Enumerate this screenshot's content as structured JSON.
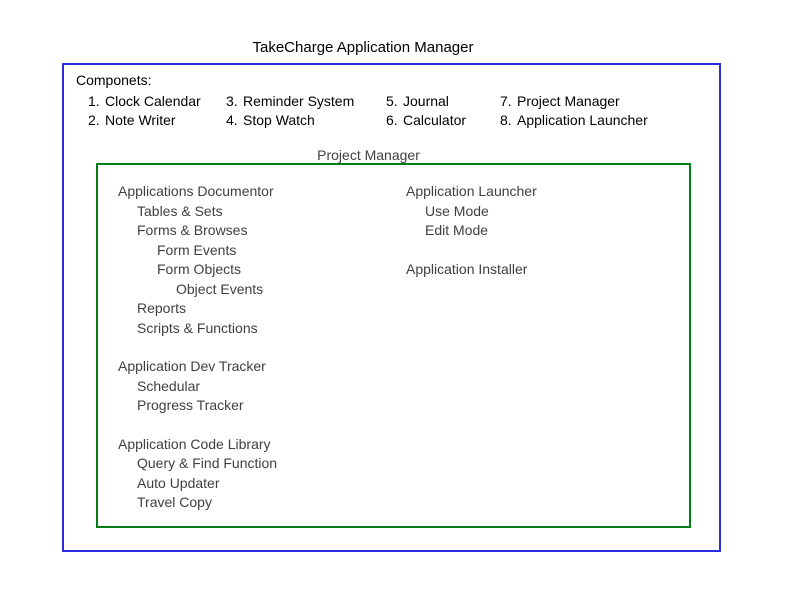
{
  "page_title": "TakeCharge Application Manager",
  "colors": {
    "outer_border": "#2a2ee0",
    "inner_border": "#077d17",
    "tree_text": "#3f3f3f",
    "heading_text": "#000000"
  },
  "components": {
    "label": "Componets:",
    "items": [
      {
        "num": "1.",
        "label": "Clock Calendar"
      },
      {
        "num": "2.",
        "label": "Note Writer"
      },
      {
        "num": "3.",
        "label": "Reminder System"
      },
      {
        "num": "4.",
        "label": "Stop Watch"
      },
      {
        "num": "5.",
        "label": "Journal"
      },
      {
        "num": "6.",
        "label": "Calculator"
      },
      {
        "num": "7.",
        "label": "Project Manager"
      },
      {
        "num": "8.",
        "label": "Application Launcher"
      }
    ]
  },
  "project_manager": {
    "title": "Project Manager",
    "left_sections": [
      {
        "rows": [
          {
            "indent": 0,
            "label": "Applications Documentor"
          },
          {
            "indent": 1,
            "label": "Tables & Sets"
          },
          {
            "indent": 1,
            "label": "Forms & Browses"
          },
          {
            "indent": 2,
            "label": "Form Events"
          },
          {
            "indent": 2,
            "label": "Form Objects"
          },
          {
            "indent": 3,
            "label": "Object Events"
          },
          {
            "indent": 1,
            "label": "Reports"
          },
          {
            "indent": 1,
            "label": "Scripts & Functions"
          }
        ]
      },
      {
        "rows": [
          {
            "indent": 0,
            "label": "Application Dev Tracker"
          },
          {
            "indent": 1,
            "label": "Schedular"
          },
          {
            "indent": 1,
            "label": "Progress Tracker"
          }
        ]
      },
      {
        "rows": [
          {
            "indent": 0,
            "label": "Application Code Library"
          },
          {
            "indent": 1,
            "label": "Query & Find Function"
          },
          {
            "indent": 1,
            "label": "Auto Updater"
          },
          {
            "indent": 1,
            "label": "Travel Copy"
          }
        ]
      }
    ],
    "right_sections": [
      {
        "rows": [
          {
            "indent": 0,
            "label": "Application Launcher"
          },
          {
            "indent": 1,
            "label": "Use Mode"
          },
          {
            "indent": 1,
            "label": "Edit Mode"
          }
        ]
      },
      {
        "rows": [
          {
            "indent": 0,
            "label": "Application Installer"
          }
        ]
      }
    ]
  }
}
